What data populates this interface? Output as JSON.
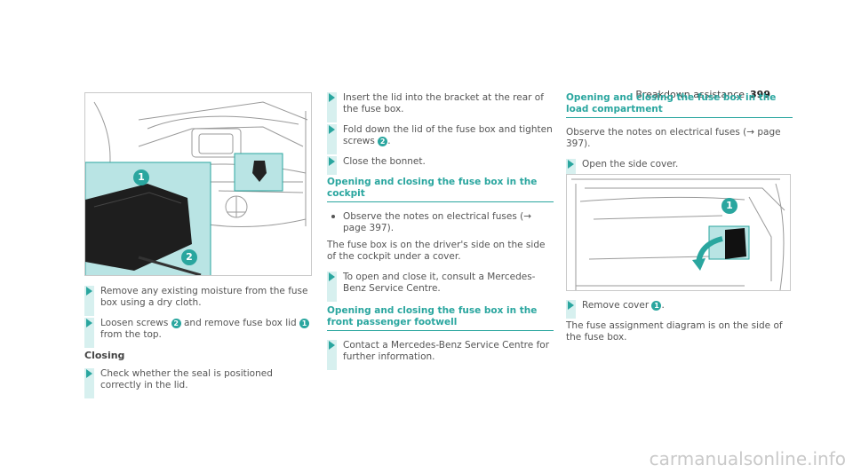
{
  "header": {
    "title": "Breakdown assistance",
    "page": "399"
  },
  "col1": {
    "step1": "Remove any existing moisture from the fuse box using a dry cloth.",
    "step2_pre": "Loosen screws",
    "step2_mid": "and remove fuse box lid",
    "step2_post": "from the top.",
    "closing_heading": "Closing",
    "step3": "Check whether the seal is positioned correctly in the lid."
  },
  "col2": {
    "step1": "Insert the lid into the bracket at the rear of the fuse box.",
    "step2_pre": "Fold down the lid of the fuse box and tighten screws",
    "step2_post": ".",
    "step3": "Close the bonnet.",
    "sec1": "Opening and closing the fuse box in the cockpit",
    "bullet1": "Observe the notes on electrical fuses (→ page 397).",
    "para1": "The fuse box is on the driver's side on the side of the cockpit under a cover.",
    "step4": "To open and close it, consult a Mercedes-Benz Service Centre.",
    "sec2": "Opening and closing the fuse box in the front passenger footwell",
    "step5": "Contact a Mercedes-Benz Service Centre for further information."
  },
  "col3": {
    "sec1": "Opening and closing the fuse box in the load compartment",
    "para1": "Observe the notes on electrical fuses (→ page 397).",
    "step1": "Open the side cover.",
    "step2_pre": "Remove cover",
    "step2_post": ".",
    "para2": "The fuse assignment diagram is on the side of the fuse box."
  },
  "markers": {
    "one": "1",
    "two": "2"
  },
  "footer": {
    "watermark": "carmanualsonline.info"
  },
  "colors": {
    "accent": "#2aa69f",
    "highlight": "#d7f0ef",
    "inset": "#b9e4e4"
  }
}
